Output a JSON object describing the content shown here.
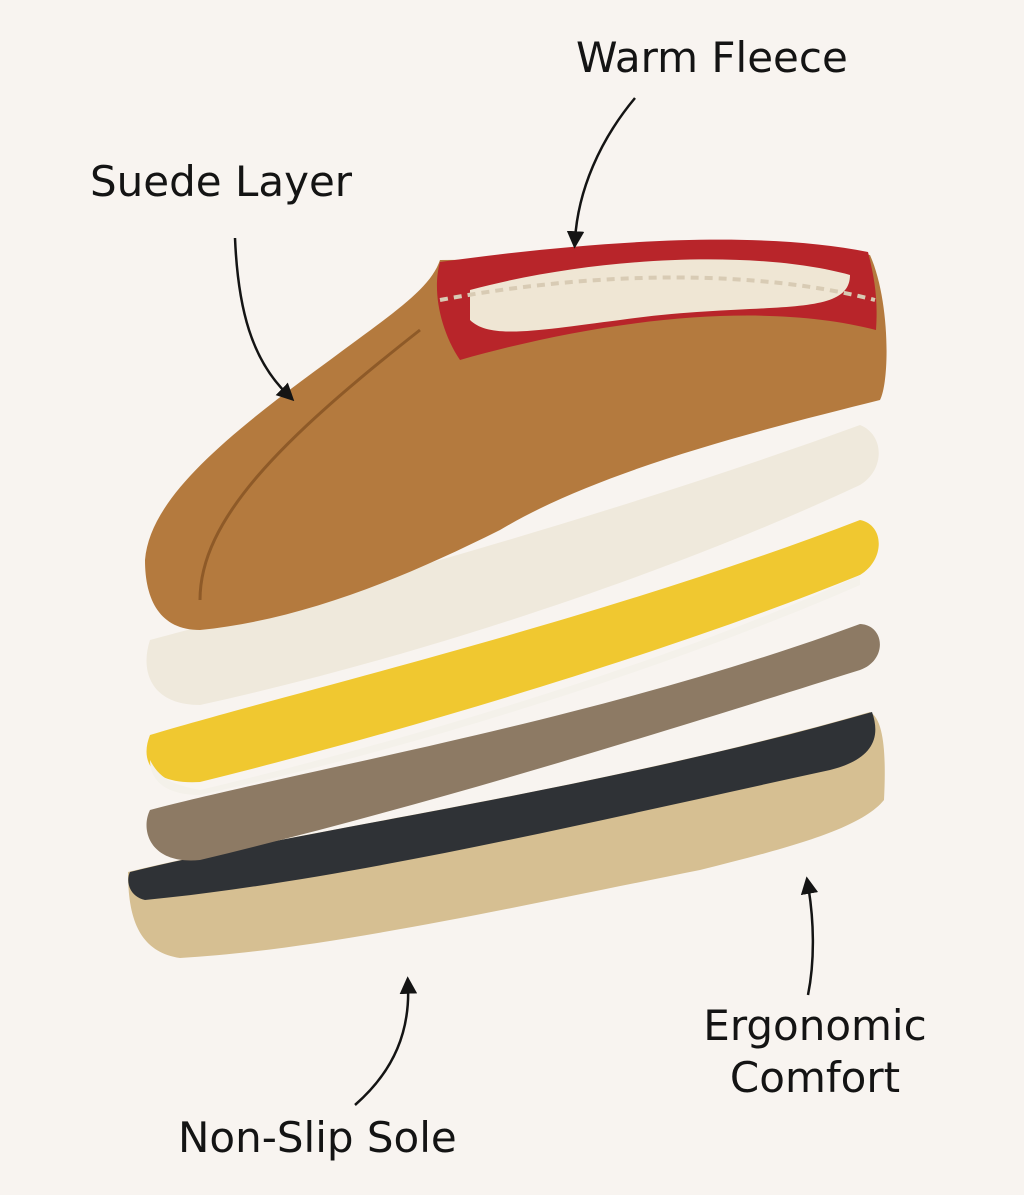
{
  "labels": {
    "warm_fleece": "Warm Fleece",
    "suede_layer": "Suede Layer",
    "non_slip_sole": "Non-Slip Sole",
    "ergonomic_line1": "Ergonomic",
    "ergonomic_line2": "Comfort"
  },
  "colors": {
    "background": "#f8f4f0",
    "suede": "#b47a3e",
    "fleece": "#efe9dc",
    "yellow_insole": "#f0c830",
    "brown_insole": "#8d7a64",
    "sole_top": "#2f3236",
    "sole_base": "#d6bf92",
    "trim_red": "#b8252a"
  }
}
